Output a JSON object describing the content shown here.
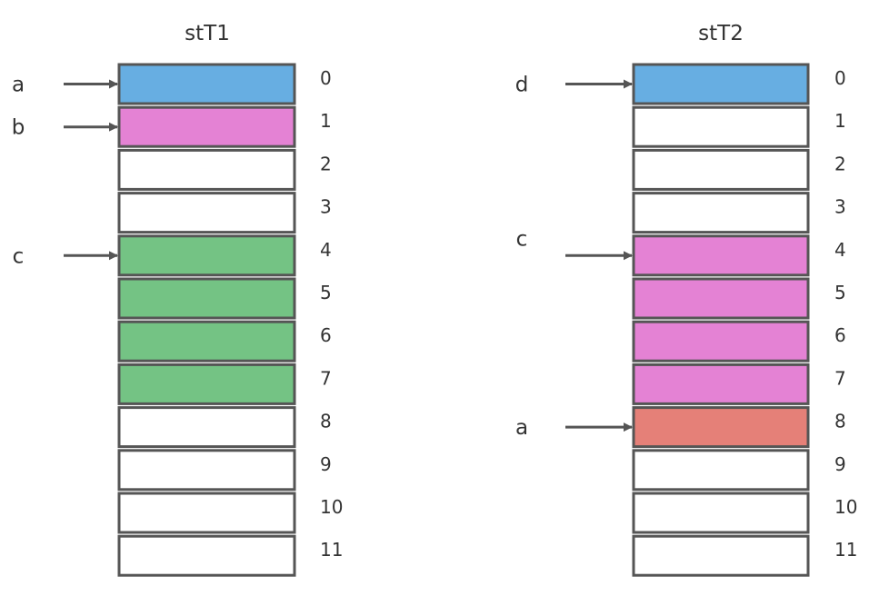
{
  "colors": {
    "blue": "#67aee2",
    "pink": "#e482d4",
    "green": "#74c384",
    "red": "#e58078",
    "empty": "#ffffff",
    "border": "#555555",
    "arrow": "#555555"
  },
  "tables": [
    {
      "id": "stT1",
      "title": "stT1",
      "indices": [
        "0",
        "1",
        "2",
        "3",
        "4",
        "5",
        "6",
        "7",
        "8",
        "9",
        "10",
        "11"
      ],
      "cell_colors": [
        "blue",
        "pink",
        "empty",
        "empty",
        "green",
        "green",
        "green",
        "green",
        "empty",
        "empty",
        "empty",
        "empty"
      ],
      "pointers": [
        {
          "label": "a",
          "target_index": 0
        },
        {
          "label": "b",
          "target_index": 1
        },
        {
          "label": "c",
          "target_index": 4
        }
      ]
    },
    {
      "id": "stT2",
      "title": "stT2",
      "indices": [
        "0",
        "1",
        "2",
        "3",
        "4",
        "5",
        "6",
        "7",
        "8",
        "9",
        "10",
        "11"
      ],
      "cell_colors": [
        "blue",
        "empty",
        "empty",
        "empty",
        "pink",
        "pink",
        "pink",
        "pink",
        "red",
        "empty",
        "empty",
        "empty"
      ],
      "pointers": [
        {
          "label": "d",
          "target_index": 0
        },
        {
          "label": "c",
          "target_index": 4
        },
        {
          "label": "a",
          "target_index": 8
        }
      ]
    }
  ]
}
